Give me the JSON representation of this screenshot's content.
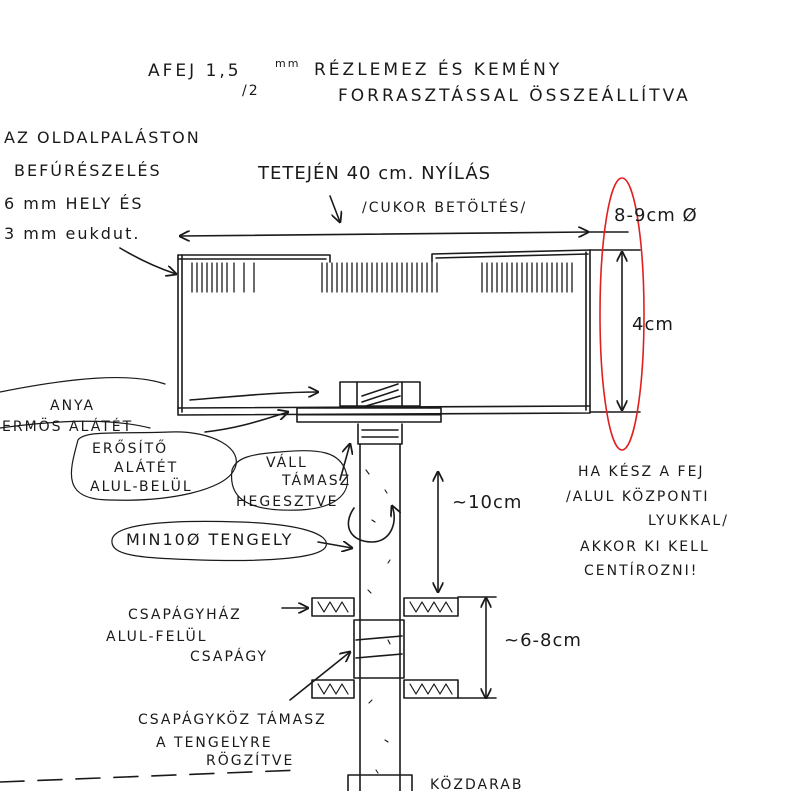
{
  "title": {
    "line1_part1": "AFEJ 1,5",
    "line1_unit": "mm",
    "line1_fraction": "/2",
    "line1_part2": "RÉZLEMEZ ÉS KEMÉNY",
    "line2": "FORRASZTÁSSAL ÖSSZEÁLLÍTVA"
  },
  "left_note": {
    "line1": "AZ OLDALPALÁSTON",
    "line2": "BEFÚRÉSZELÉS",
    "line3": "6 mm HELY ÉS",
    "line4": "3 mm eukdut."
  },
  "top_note": {
    "line1": "TETEJÉN 40 cm. NYÍLÁS",
    "line2": "/CUKOR BETÖLTÉS/"
  },
  "diameter_label": "8-9cm Ø",
  "height_label": "4cm",
  "labels": {
    "anya": "ANYA",
    "hermos_alatet": "ERMÖS ALÁTÉT",
    "erosito": "ERŐSÍTŐ",
    "alatet": "ALÁTÉT",
    "alul_belul": "ALUL-BELÜL",
    "vall": "VÁLL",
    "tamasz": "TÁMASZ",
    "hegesztve": "HEGESZTVE",
    "min_tengely": "MIN10Ø TENGELY",
    "shaft_length": "~10cm",
    "csapagyhaz": "CSAPÁGYHÁZ",
    "alul_felul": "ALUL-FELÜL",
    "csapagy": "CSAPÁGY",
    "bearing_height": "~6-8cm",
    "csapagykoz1": "CSAPÁGYKÖZ TÁMASZ",
    "csapagykoz2": "A TENGELYRE",
    "csapagykoz3": "RÖGZÍTVE",
    "kozdarab": "KÖZDARAB"
  },
  "right_note": {
    "line1": "HA KÉSZ A FEJ",
    "line2": "/ALUL KÖZPONTI",
    "line3": "LYUKKAL/",
    "line4": "AKKOR KI KELL",
    "line5": "CENTÍROZNI!"
  },
  "colors": {
    "ink": "#1a1a1a",
    "highlight": "#e02020",
    "paper": "#ffffff"
  }
}
